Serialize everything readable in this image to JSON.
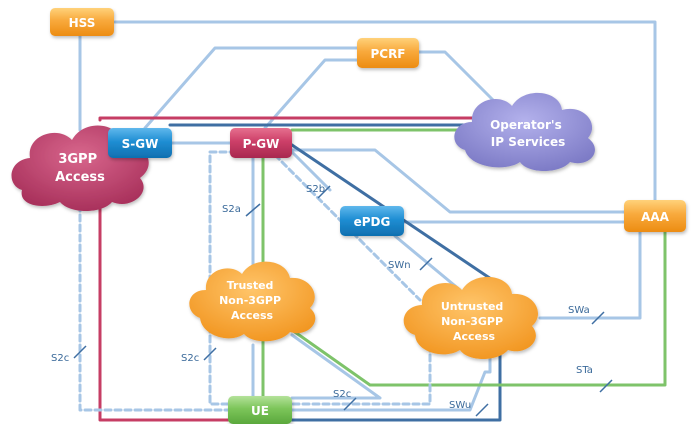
{
  "nodes": {
    "hss": "HSS",
    "pcrf": "PCRF",
    "sgw": "S-GW",
    "pgw": "P-GW",
    "epdg": "ePDG",
    "aaa": "AAA",
    "ue": "UE"
  },
  "clouds": {
    "access_3gpp": [
      "3GPP",
      "Access"
    ],
    "operator": [
      "Operator's",
      "IP Services"
    ],
    "trusted": [
      "Trusted",
      "Non-3GPP",
      "Access"
    ],
    "untrusted": [
      "Untrusted",
      "Non-3GPP",
      "Access"
    ]
  },
  "interfaces": {
    "s2b": "S2b",
    "s2a": "S2a",
    "swn": "SWn",
    "swa": "SWa",
    "sta": "STa",
    "swu": "SWu",
    "s2c_left": "S2c",
    "s2c_mid": "S2c",
    "s2c_bottom": "S2c"
  },
  "colors": {
    "light_blue_line": "#a7c6e6",
    "dark_blue_line": "#3f6fa3",
    "green_line": "#7ec36a",
    "crimson_line": "#c63d64",
    "orange_node": "#f3a02a",
    "blue_node": "#1b84c8",
    "crimson_node": "#c83a63",
    "purple_cloud": "#8c8ad0",
    "orange_cloud": "#f6a43a",
    "crimson_cloud": "#b83a66"
  }
}
